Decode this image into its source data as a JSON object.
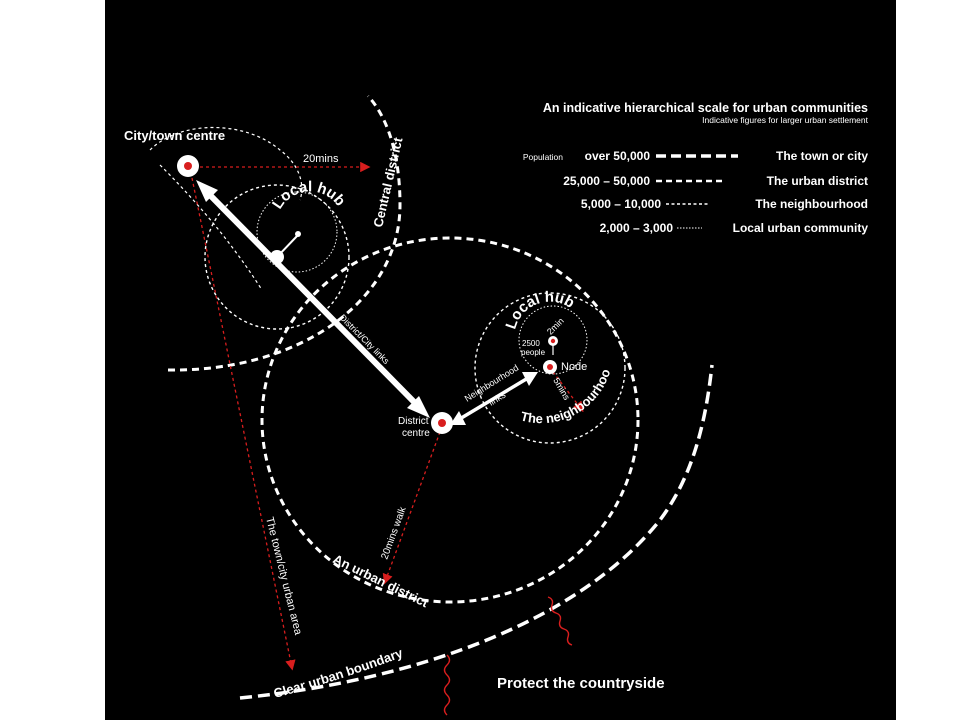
{
  "legend": {
    "title": "An indicative hierarchical scale for urban communities",
    "subtitle": "Indicative figures for larger urban settlement",
    "rows": [
      {
        "prefix": "Population",
        "range": "over 50,000",
        "label": "The town or city"
      },
      {
        "prefix": "",
        "range": "25,000 – 50,000",
        "label": "The urban district"
      },
      {
        "prefix": "",
        "range": "5,000 – 10,000",
        "label": "The neighbourhood"
      },
      {
        "prefix": "",
        "range": "2,000 – 3,000",
        "label": "Local urban community"
      }
    ]
  },
  "labels": {
    "city_centre": "City/town centre",
    "twenty_mins": "20mins",
    "local_hub_top": "Local hub",
    "central_district": "Central district",
    "district_city_links": "District/City links",
    "district_centre_1": "District",
    "district_centre_2": "centre",
    "neighbourhood_links_1": "Neighbourhood",
    "neighbourhood_links_2": "links",
    "local_hub_right": "Local hub",
    "two_min": "2min",
    "people_1": "2500",
    "people_2": "people",
    "node": "Node",
    "five_mins": "5mins",
    "the_neighbourhood": "The neighbourhood",
    "twenty_mins_walk": "20mins walk",
    "an_urban_district": "An urban district",
    "urban_area": "The town/city urban area",
    "clear_boundary": "Clear urban boundary",
    "protect": "Protect the countryside"
  },
  "colors": {
    "background": "#000000",
    "line": "#ffffff",
    "accent": "#d81e1e"
  }
}
